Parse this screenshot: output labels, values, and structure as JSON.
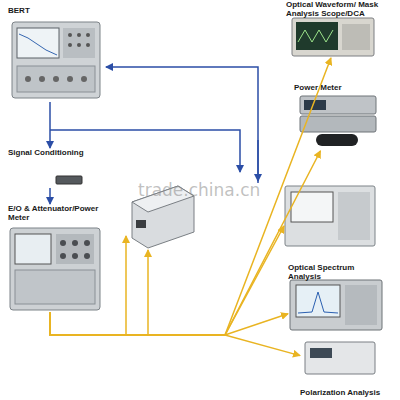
{
  "diagram": {
    "nodes": [
      {
        "text": [
          "BERT"
        ]
      },
      {
        "text": [
          "Optical Waveform/ Mask Analysis Scope/DCA"
        ]
      },
      {
        "text": [
          "Power Meter"
        ]
      },
      {
        "text": [
          "Signal Conditioning"
        ]
      },
      {
        "text": [
          "E/O & Attenuator/Power Meter"
        ]
      },
      {
        "text": [
          "Optical Spectrum Analysis"
        ]
      },
      {
        "text": [
          "Polarization Analysis"
        ]
      }
    ],
    "edges": [
      {
        "from": 0,
        "to": 3,
        "arrow": "to"
      },
      {
        "from": 3,
        "to": 4,
        "arrow": "to"
      },
      {
        "from": 4,
        "to": 1,
        "arrow": "to"
      },
      {
        "from": 4,
        "to": 2,
        "arrow": "to"
      },
      {
        "from": 4,
        "to": 5,
        "arrow": "to"
      },
      {
        "from": 4,
        "to": 6,
        "arrow": "to"
      }
    ],
    "labels": [
      "trade.china.cn"
    ]
  }
}
